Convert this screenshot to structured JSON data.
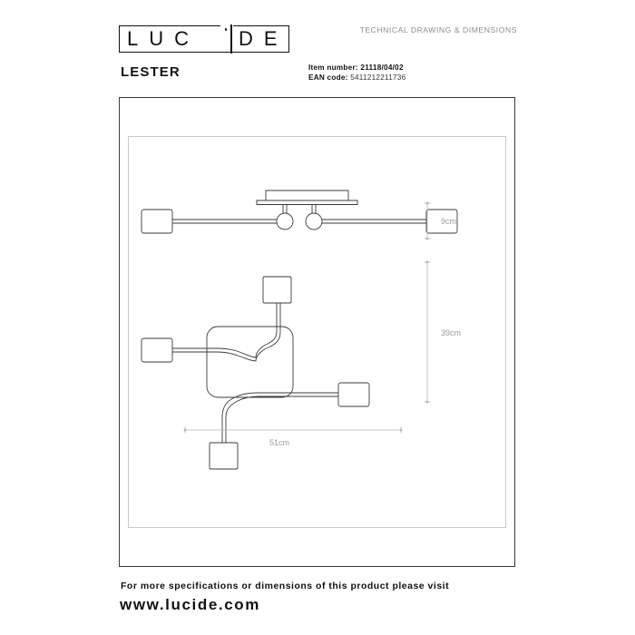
{
  "header": {
    "logo_left": "LUC",
    "logo_right": "DE",
    "logo_alt": "LUCIDE",
    "subtitle": "TECHNICAL DRAWING & DIMENSIONS"
  },
  "product": {
    "name": "LESTER",
    "item_number_label": "Item number:",
    "item_number_value": "21118/04/02",
    "ean_label": "EAN code",
    "ean_separator": ":",
    "ean_value": "5411212211736"
  },
  "dimensions": {
    "height_side": "9cm",
    "height_front": "39cm",
    "width_front": "51cm"
  },
  "footer": {
    "line1": "For more specifications or dimensions of this product please visit",
    "line2": "www.lucide.com"
  },
  "drawing": {
    "type": "technical-line-drawing",
    "views": [
      {
        "name": "side-elevation",
        "description": "Ceiling mount plate with two downward lamp sockets and two horizontal arms ending in cylindrical shades",
        "labelled_dimension": "9cm"
      },
      {
        "name": "bottom-plan",
        "description": "Rounded rectangular base plate with four arms radiating to four cylindrical shades",
        "labelled_dimension_vertical": "39cm",
        "labelled_dimension_horizontal": "51cm"
      }
    ]
  },
  "colors": {
    "line": "#3b3b3b",
    "inner_frame": "#c9c9c9",
    "dimension_text": "#9a9a9a",
    "text": "#111111",
    "subtitle": "#8d8d8d"
  }
}
